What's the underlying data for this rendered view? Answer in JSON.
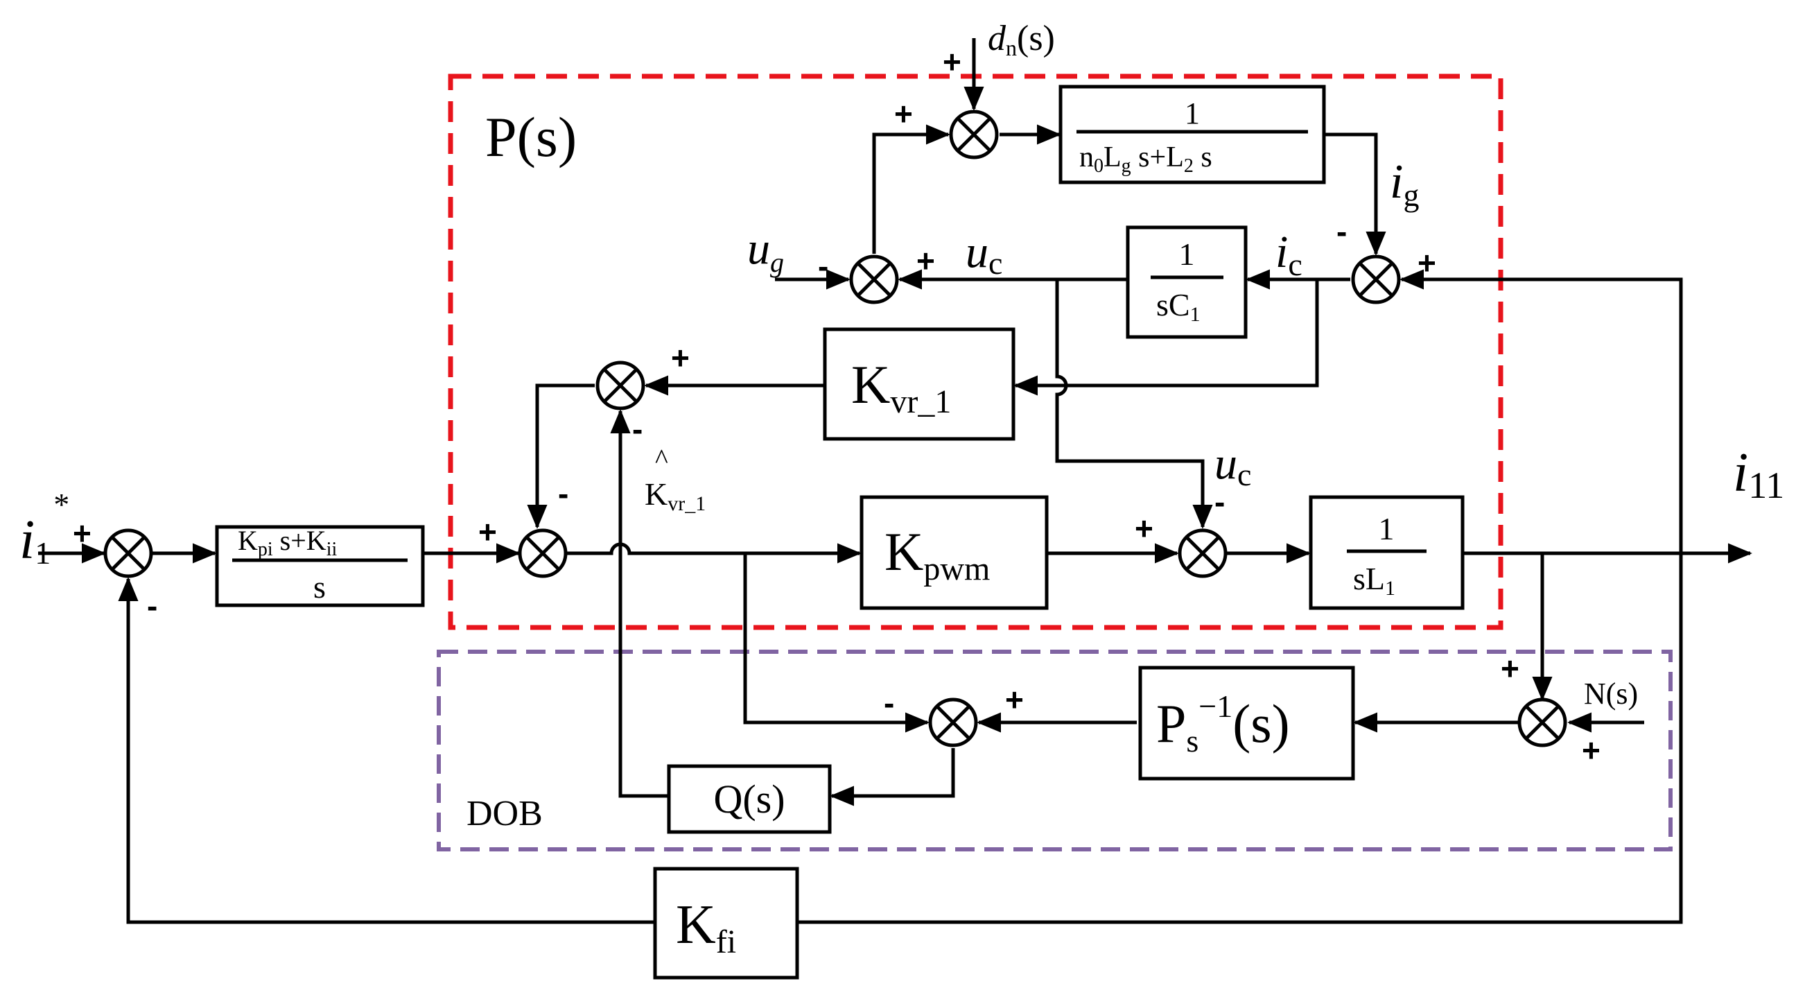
{
  "colors": {
    "plant_box": "#e8141c",
    "dob_box": "#8064a2",
    "line": "#000000"
  },
  "labels": {
    "plant": "P(s)",
    "dob": "DOB",
    "input": "i",
    "input_sub": "1",
    "input_sup": "*",
    "output": "i",
    "output_sub": "11",
    "ug": "u",
    "ug_sub": "g",
    "uc": "u",
    "uc_sub": "c",
    "uc2": "u",
    "uc2_sub": "c",
    "ig": "i",
    "ig_sub": "g",
    "ic": "i",
    "ic_sub": "c",
    "dn": "d",
    "dn_sub": "n",
    "dn_arg": "(s)",
    "ns": "N(s)",
    "khat": "K",
    "khat_hat": "^",
    "khat_sub": "vr_1"
  },
  "blocks": {
    "pi_num": "K",
    "pi_num_sub1": "pi",
    "pi_num_mid": " s+K",
    "pi_num_sub2": "ii",
    "pi_den": "s",
    "kpwm": "K",
    "kpwm_sub": "pwm",
    "l1_num": "1",
    "l1_den": "sL",
    "l1_den_sub": "1",
    "kvr": "K",
    "kvr_sub": "vr_1",
    "c1_num": "1",
    "c1_den": "sC",
    "c1_den_sub": "1",
    "lg_num": "1",
    "lg_den_a": "n",
    "lg_den_a_sub": "0",
    "lg_den_b": "L",
    "lg_den_b_sub": "g",
    "lg_den_c": " s+L",
    "lg_den_c_sub": "2",
    "lg_den_d": " s",
    "ps": "P",
    "ps_sub": "s",
    "ps_sup": "−1",
    "ps_arg": "(s)",
    "q": "Q(s)",
    "kfi": "K",
    "kfi_sub": "fi"
  },
  "signs": {
    "s1_in": "+",
    "s1_fb": "-",
    "s2_in": "+",
    "s2_fb": "-",
    "s3_top": "+",
    "s3_bot": "-",
    "s4_in": "+",
    "s4_top": "-",
    "s5_ug": "-",
    "s5_uc": "+",
    "s6_top": "+",
    "s6_left": "+",
    "s7_top": "-",
    "s7_right": "+",
    "s8_left": "-",
    "s8_right": "+",
    "s9_top": "+",
    "s9_bot": "+"
  }
}
